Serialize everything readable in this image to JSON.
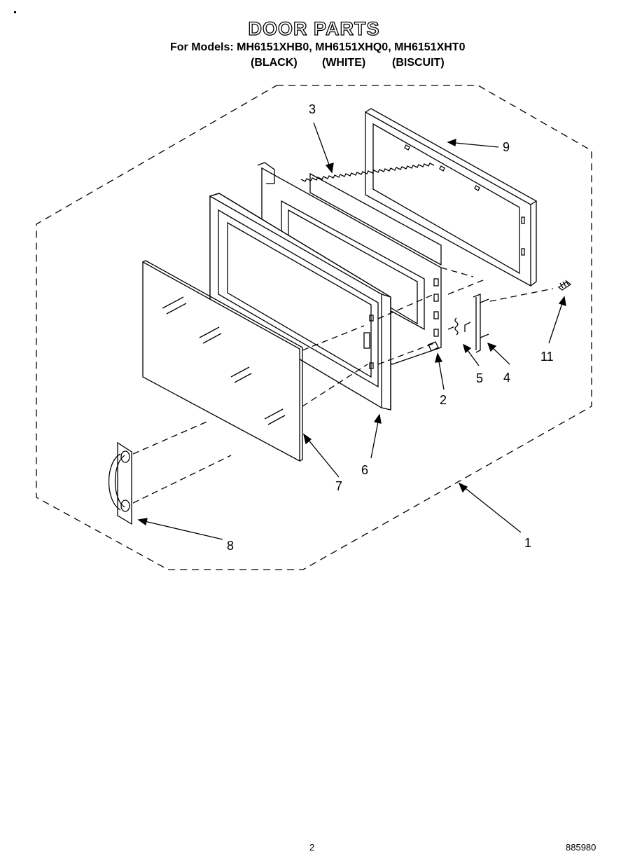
{
  "header": {
    "title": "DOOR PARTS",
    "models_line": "For Models: MH6151XHB0, MH6151XHQ0, MH6151XHT0",
    "colors": [
      "(BLACK)",
      "(WHITE)",
      "(BISCUIT)"
    ]
  },
  "callouts": {
    "p1": "1",
    "p2": "2",
    "p3": "3",
    "p4": "4",
    "p5": "5",
    "p6": "6",
    "p7": "7",
    "p8": "8",
    "p9": "9",
    "p11": "11"
  },
  "footer": {
    "page_number": "2",
    "document_number": "885980"
  }
}
